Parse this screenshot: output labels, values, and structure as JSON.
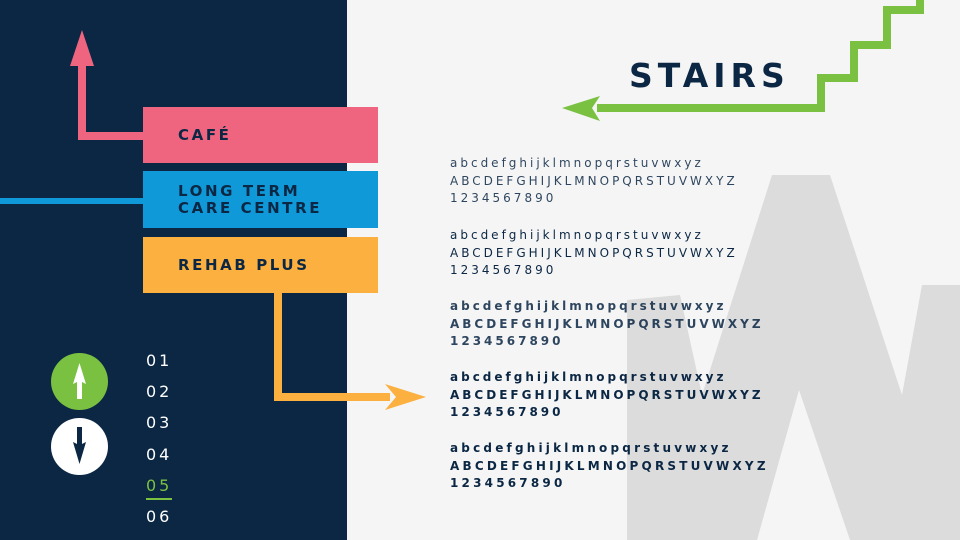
{
  "colors": {
    "navy": "#0b2744",
    "pink": "#ef6580",
    "blue": "#0f99d8",
    "orange": "#fbb040",
    "green": "#7ac142",
    "watermark": "#dcdcdc"
  },
  "signs": {
    "cafe": "CAFÉ",
    "long_term_line1": "LONG TERM",
    "long_term_line2": "CARE CENTRE",
    "rehab": "REHAB PLUS"
  },
  "stairs": {
    "title": "STAIRS"
  },
  "floors": [
    "01",
    "02",
    "03",
    "04",
    "05",
    "06"
  ],
  "active_floor": "05",
  "elevator_icons": {
    "up": "elevator-up-icon",
    "down": "elevator-down-icon"
  },
  "typography": {
    "lowercase": "abcdefghijklmnopqrstuvwxyz",
    "uppercase": "ABCDEFGHIJKLMNOPQRSTUVWXYZ",
    "numbers": "1234567890"
  }
}
